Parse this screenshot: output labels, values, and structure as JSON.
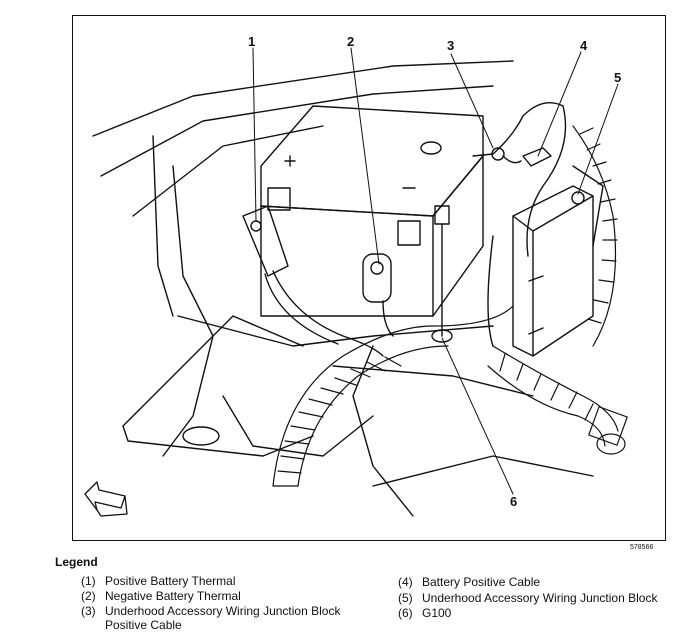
{
  "figure": {
    "id_code": "578566",
    "callouts": [
      "1",
      "2",
      "3",
      "4",
      "5",
      "6"
    ]
  },
  "legend": {
    "title": "Legend",
    "items": [
      {
        "num": "(1)",
        "text": "Positive Battery Thermal",
        "cont": ""
      },
      {
        "num": "(2)",
        "text": "Negative Battery Thermal",
        "cont": ""
      },
      {
        "num": "(3)",
        "text": "Underhood Accessory Wiring Junction Block",
        "cont": "Positive Cable"
      },
      {
        "num": "(4)",
        "text": "Battery Positive Cable",
        "cont": ""
      },
      {
        "num": "(5)",
        "text": "Underhood Accessory Wiring Junction Block",
        "cont": ""
      },
      {
        "num": "(6)",
        "text": "G100",
        "cont": ""
      }
    ]
  }
}
